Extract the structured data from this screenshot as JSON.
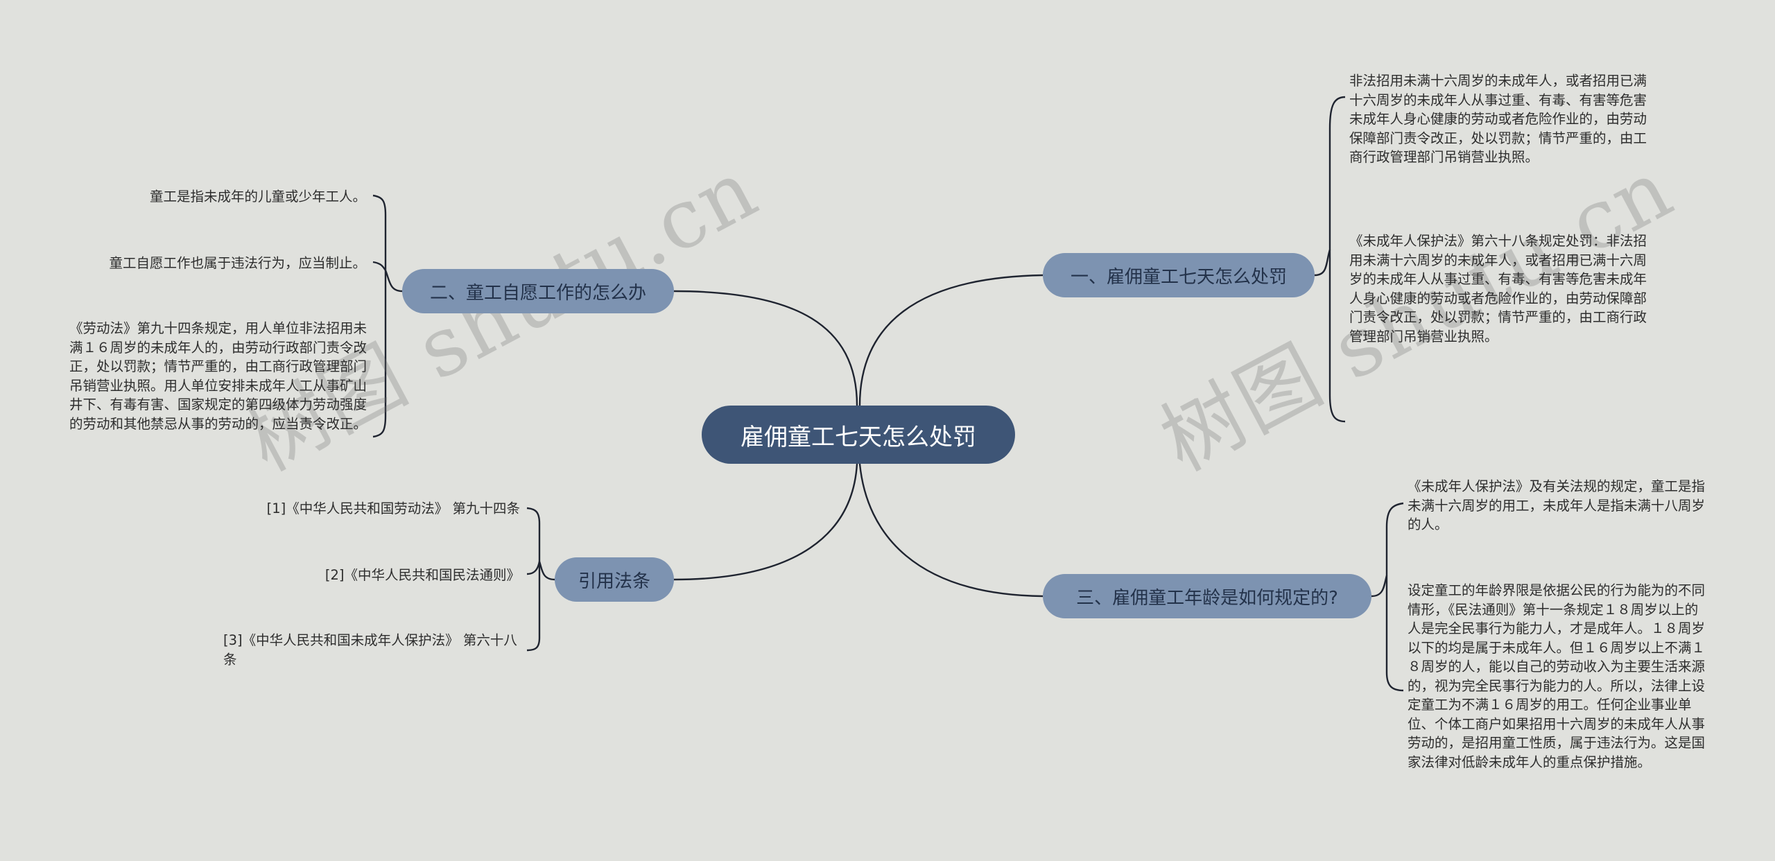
{
  "watermark": "树图 shutu.cn",
  "central": {
    "label": "雇佣童工七天怎么处罚"
  },
  "branches": {
    "b1": {
      "label": "一、雇佣童工七天怎么处罚",
      "leaves": [
        "非法招用未满十六周岁的未成年人，或者招用已满十六周岁的未成年人从事过重、有毒、有害等危害未成年人身心健康的劳动或者危险作业的，由劳动保障部门责令改正，处以罚款；情节严重的，由工商行政管理部门吊销营业执照。",
        "《未成年人保护法》第六十八条规定处罚：非法招用未满十六周岁的未成年人，或者招用已满十六周岁的未成年人从事过重、有毒、有害等危害未成年人身心健康的劳动或者危险作业的，由劳动保障部门责令改正，处以罚款；情节严重的，由工商行政管理部门吊销营业执照。"
      ]
    },
    "b2": {
      "label": "二、童工自愿工作的怎么办",
      "leaves": [
        "童工是指未成年的儿童或少年工人。",
        "童工自愿工作也属于违法行为，应当制止。",
        "《劳动法》第九十四条规定，用人单位非法招用未满１６周岁的未成年人的，由劳动行政部门责令改正，处以罚款；情节严重的，由工商行政管理部门吊销营业执照。用人单位安排未成年人工从事矿山井下、有毒有害、国家规定的第四级体力劳动强度的劳动和其他禁忌从事的劳动的，应当责令改正。"
      ]
    },
    "b3": {
      "label": "三、雇佣童工年龄是如何规定的?",
      "leaves": [
        "《未成年人保护法》及有关法规的规定，童工是指未满十六周岁的用工，未成年人是指未满十八周岁的人。",
        "设定童工的年龄界限是依据公民的行为能为的不同情形，《民法通则》第十一条规定１８周岁以上的人是完全民事行为能力人，才是成年人。１８周岁以下的均是属于未成年人。但１６周岁以上不满１８周岁的人，能以自己的劳动收入为主要生活来源的，视为完全民事行为能力的人。所以，法律上设定童工为不满１６周岁的用工。任何企业事业单位、个体工商户如果招用十六周岁的未成年人从事劳动的，是招用童工性质，属于违法行为。这是国家法律对低龄未成年人的重点保护措施。"
      ]
    },
    "b4": {
      "label": "引用法条",
      "leaves": [
        "[1]《中华人民共和国劳动法》 第九十四条",
        "[2]《中华人民共和国民法通则》",
        "[3]《中华人民共和国未成年人保护法》 第六十八条"
      ]
    }
  },
  "colors": {
    "background": "#e0e1dd",
    "central_fill": "#3e5576",
    "branch_fill": "#7d93b1",
    "line": "#1f2430"
  }
}
